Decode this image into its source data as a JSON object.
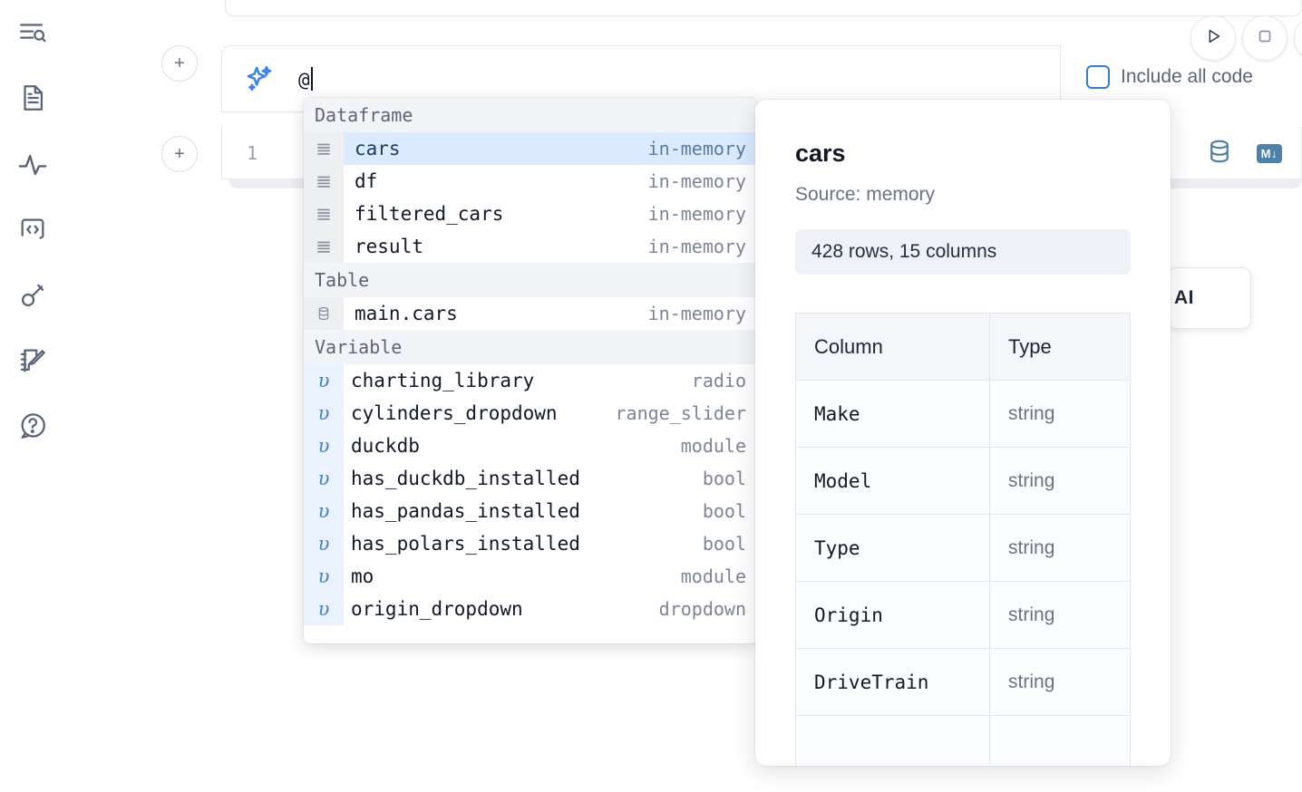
{
  "sidebar": {
    "items": [
      {
        "name": "outline-search-icon",
        "label": "Outline"
      },
      {
        "name": "file-text-icon",
        "label": "Notebook file"
      },
      {
        "name": "activity-icon",
        "label": "Activity"
      },
      {
        "name": "code-brackets-icon",
        "label": "Snippets"
      },
      {
        "name": "key-icon",
        "label": "Secrets"
      },
      {
        "name": "scratchpad-icon",
        "label": "Scratchpad"
      },
      {
        "name": "help-chat-icon",
        "label": "Help"
      }
    ]
  },
  "toolbar": {
    "run_label": "Run",
    "interrupt_label": "Interrupt",
    "more_label": "More"
  },
  "prompt": {
    "value": "@",
    "icon": "sparkles-icon"
  },
  "options": {
    "include_all_code_label": "Include all code",
    "include_all_code_checked": false,
    "checkbox_accent": "#2f7de1"
  },
  "cell": {
    "line_number": "1",
    "tools": [
      {
        "name": "database-icon",
        "label": "SQL cell"
      },
      {
        "name": "markdown-icon",
        "label": "M↓"
      }
    ],
    "tool_color": "#4f82a8"
  },
  "ai_card": {
    "label": "AI"
  },
  "autocomplete": {
    "selected_index": 0,
    "selection_bg": "#dbeafe",
    "groups": [
      {
        "label": "Dataframe",
        "kind": "dataframe",
        "icon": "dataframe-icon",
        "items": [
          {
            "name": "cars",
            "type": "in-memory",
            "selected": true
          },
          {
            "name": "df",
            "type": "in-memory",
            "selected": false
          },
          {
            "name": "filtered_cars",
            "type": "in-memory",
            "selected": false
          },
          {
            "name": "result",
            "type": "in-memory",
            "selected": false
          }
        ]
      },
      {
        "label": "Table",
        "kind": "table",
        "icon": "database-icon",
        "items": [
          {
            "name": "main.cars",
            "type": "in-memory",
            "selected": false
          }
        ]
      },
      {
        "label": "Variable",
        "kind": "variable",
        "icon": "variable-icon",
        "items": [
          {
            "name": "charting_library",
            "type": "radio",
            "selected": false
          },
          {
            "name": "cylinders_dropdown",
            "type": "range_slider",
            "selected": false
          },
          {
            "name": "duckdb",
            "type": "module",
            "selected": false
          },
          {
            "name": "has_duckdb_installed",
            "type": "bool",
            "selected": false
          },
          {
            "name": "has_pandas_installed",
            "type": "bool",
            "selected": false
          },
          {
            "name": "has_polars_installed",
            "type": "bool",
            "selected": false
          },
          {
            "name": "mo",
            "type": "module",
            "selected": false
          },
          {
            "name": "origin_dropdown",
            "type": "dropdown",
            "selected": false
          }
        ]
      }
    ]
  },
  "detail": {
    "title": "cars",
    "source": "Source: memory",
    "shape": "428 rows, 15 columns",
    "columns_header": "Column",
    "type_header": "Type",
    "rows": [
      {
        "column": "Make",
        "type": "string"
      },
      {
        "column": "Model",
        "type": "string"
      },
      {
        "column": "Type",
        "type": "string"
      },
      {
        "column": "Origin",
        "type": "string"
      },
      {
        "column": "DriveTrain",
        "type": "string"
      }
    ]
  }
}
